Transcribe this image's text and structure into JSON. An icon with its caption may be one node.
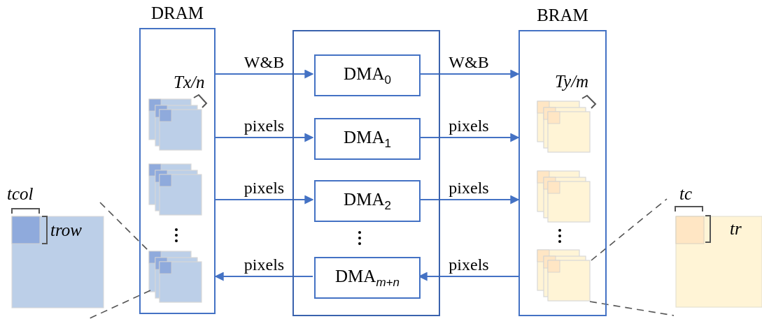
{
  "diagram": {
    "nodes": [
      {
        "text": [
          "DRAM"
        ]
      },
      {
        "text": [],
        "shape": "box"
      },
      {
        "text": [
          "DMA$_{0}$"
        ],
        "in": 1
      },
      {
        "text": [
          "DMA$_{1}$"
        ],
        "in": 1
      },
      {
        "text": [
          "DMA$_{2}$"
        ],
        "in": 1
      },
      {
        "text": [
          "DMA$_{m+n}$"
        ],
        "in": 1
      },
      {
        "text": [
          "BRAM"
        ]
      }
    ],
    "edges": [
      {
        "from": 0,
        "to": 2,
        "arrow": "to",
        "label": "W&B"
      },
      {
        "from": 2,
        "to": 6,
        "arrow": "to",
        "label": "W&B"
      },
      {
        "from": 0,
        "to": 3,
        "arrow": "to",
        "label": "pixels"
      },
      {
        "from": 3,
        "to": 6,
        "arrow": "to",
        "label": "pixels"
      },
      {
        "from": 0,
        "to": 4,
        "arrow": "to",
        "label": "pixels"
      },
      {
        "from": 4,
        "to": 6,
        "arrow": "to",
        "label": "pixels"
      },
      {
        "from": 5,
        "to": 0,
        "arrow": "to",
        "label": "pixels"
      },
      {
        "from": 6,
        "to": 5,
        "arrow": "to",
        "label": "pixels"
      }
    ],
    "labels": [
      "Tx/n",
      "Ty/m",
      "tcol",
      "tc",
      "trow",
      "tr"
    ]
  }
}
